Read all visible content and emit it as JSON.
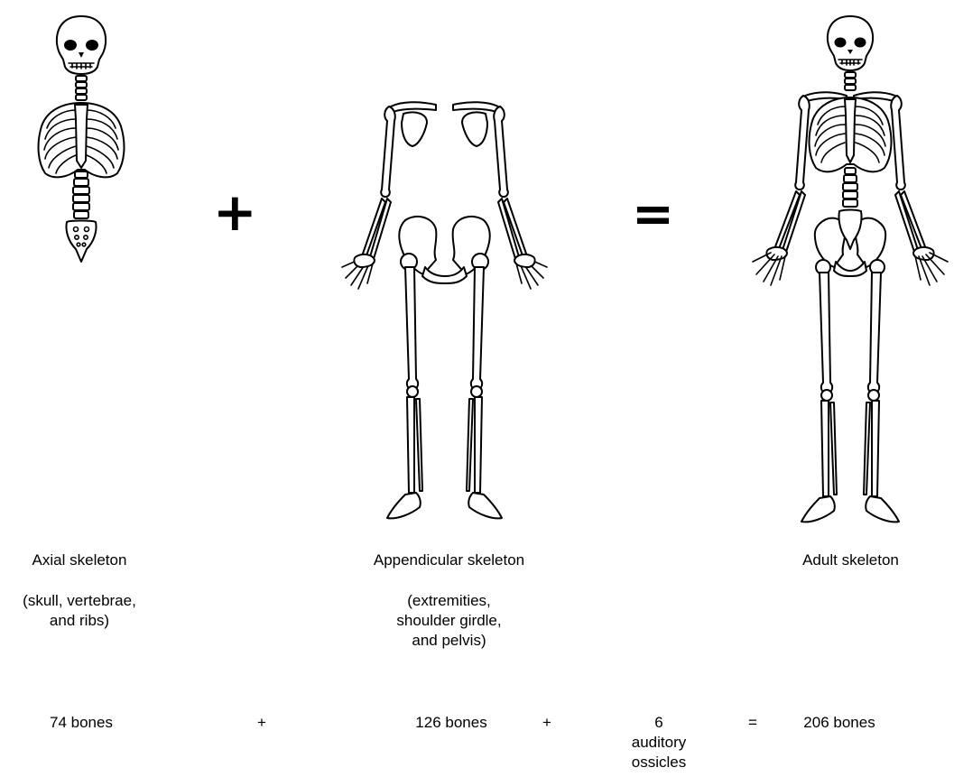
{
  "operators": {
    "plus_big": "+",
    "equals_big": "="
  },
  "captions": {
    "axial": {
      "title": "Axial skeleton",
      "detail": "(skull, vertebrae,\nand ribs)"
    },
    "appendicular": {
      "title": "Appendicular skeleton",
      "detail": "(extremities,\nshoulder girdle,\nand pelvis)"
    },
    "adult": {
      "title": "Adult skeleton"
    }
  },
  "equation": {
    "axial_count": "74 bones",
    "plus_1": "+",
    "appendicular_count": "126 bones",
    "plus_2": "+",
    "ossicles": "6\nauditory\nossicles",
    "equals": "=",
    "total": "206 bones"
  }
}
